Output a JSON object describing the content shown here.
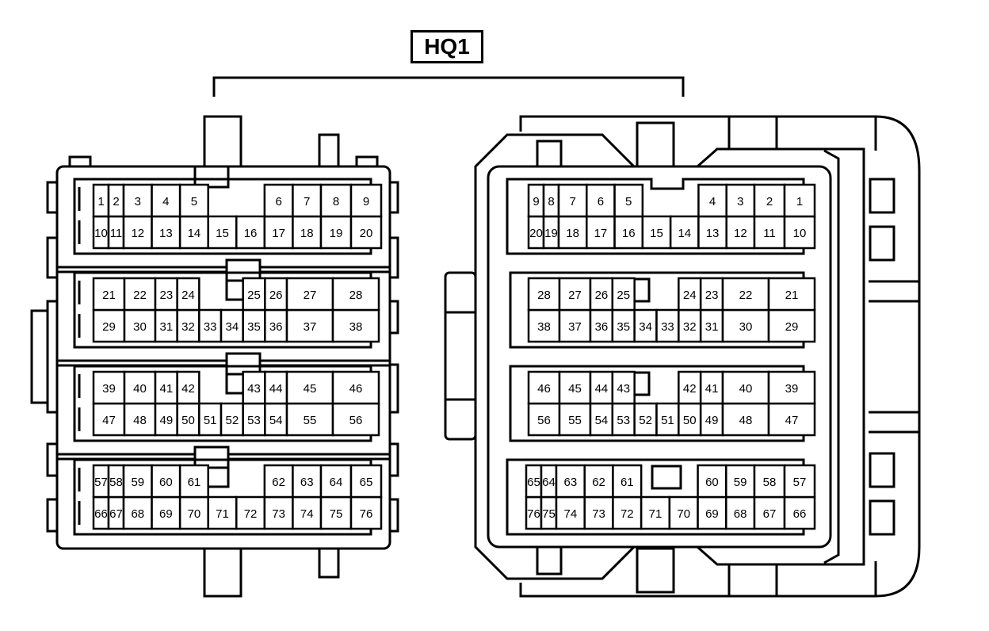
{
  "connector": {
    "name": "HQ1",
    "rows": [
      {
        "top": [
          "1",
          "2",
          "3",
          "4",
          "5",
          "6",
          "7",
          "8",
          "9"
        ],
        "bottom": [
          "10",
          "11",
          "12",
          "13",
          "14",
          "15",
          "16",
          "17",
          "18",
          "19",
          "20"
        ]
      },
      {
        "top": [
          "21",
          "22",
          "23",
          "24",
          "25",
          "26",
          "27",
          "28"
        ],
        "bottom": [
          "29",
          "30",
          "31",
          "32",
          "33",
          "34",
          "35",
          "36",
          "37",
          "38"
        ]
      },
      {
        "top": [
          "39",
          "40",
          "41",
          "42",
          "43",
          "44",
          "45",
          "46"
        ],
        "bottom": [
          "47",
          "48",
          "49",
          "50",
          "51",
          "52",
          "53",
          "54",
          "55",
          "56"
        ]
      },
      {
        "top": [
          "57",
          "58",
          "59",
          "60",
          "61",
          "62",
          "63",
          "64",
          "65"
        ],
        "bottom": [
          "66",
          "67",
          "68",
          "69",
          "70",
          "71",
          "72",
          "73",
          "74",
          "75",
          "76"
        ]
      }
    ]
  }
}
